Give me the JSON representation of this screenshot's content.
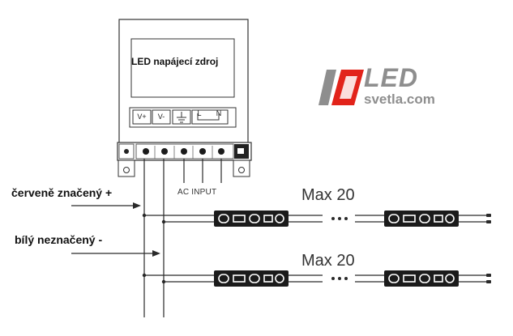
{
  "psu": {
    "label": "LED napájecí zdroj",
    "terminals": [
      "V+",
      "V-",
      "L",
      "N"
    ]
  },
  "wires": {
    "red_label": "červeně značený +",
    "white_label": "bílý neznačený -",
    "ac_input": "AC INPUT"
  },
  "strings": [
    {
      "max_label": "Max 20",
      "ellipsis": "• • •"
    },
    {
      "max_label": "Max 20",
      "ellipsis": "• • •"
    }
  ],
  "logo": {
    "text_main": "LED",
    "text_site": "svetla.com",
    "accent": "#e2231a"
  },
  "colors": {
    "line": "#2a2a2a",
    "module": "#1b1b1b",
    "logo_gray": "#8e8e8e"
  }
}
